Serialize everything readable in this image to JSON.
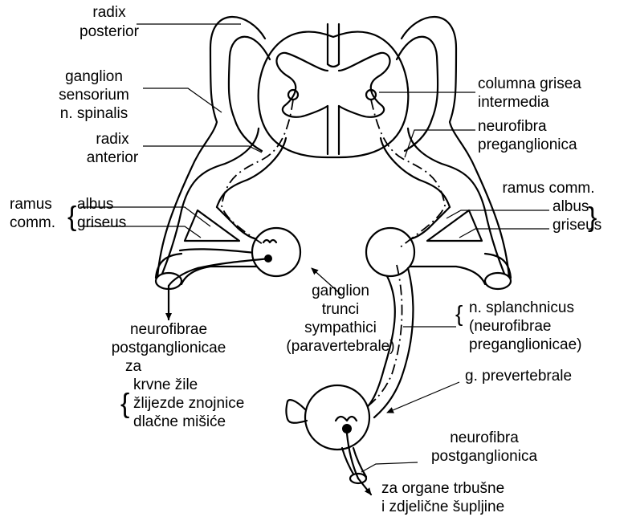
{
  "labels": {
    "radix_posterior": [
      "radix",
      "posterior"
    ],
    "ganglion_sensorium": [
      "ganglion",
      "sensorium",
      "n. spinalis"
    ],
    "radix_anterior": [
      "radix",
      "anterior"
    ],
    "ramus_comm_left": [
      "ramus",
      "comm."
    ],
    "albus_left": "albus",
    "griseus_left": "griseus",
    "neurofibrae_postganglionicae": [
      "neurofibrae",
      "postganglionicae",
      "za"
    ],
    "targets": [
      "krvne žile",
      "žlijezde znojnice",
      "dlačne mišiće"
    ],
    "ganglion_trunci": [
      "ganglion",
      "trunci",
      "sympathici",
      "(paravertebrale)"
    ],
    "columna_grisea": [
      "columna grisea",
      "intermedia"
    ],
    "neurofibra_preganglionica": [
      "neurofibra",
      "preganglionica"
    ],
    "ramus_comm_right": "ramus comm.",
    "albus_right": "albus",
    "griseus_right": "griseus",
    "n_splanchnicus": [
      "n. splanchnicus",
      "(neurofibrae",
      "preganglionicae)"
    ],
    "g_prevertebrale": "g. prevertebrale",
    "neurofibra_postganglionica": [
      "neurofibra",
      "postganglionica"
    ],
    "za_organe": [
      "za organe trbušne",
      "i zdjelične šupljine"
    ]
  }
}
